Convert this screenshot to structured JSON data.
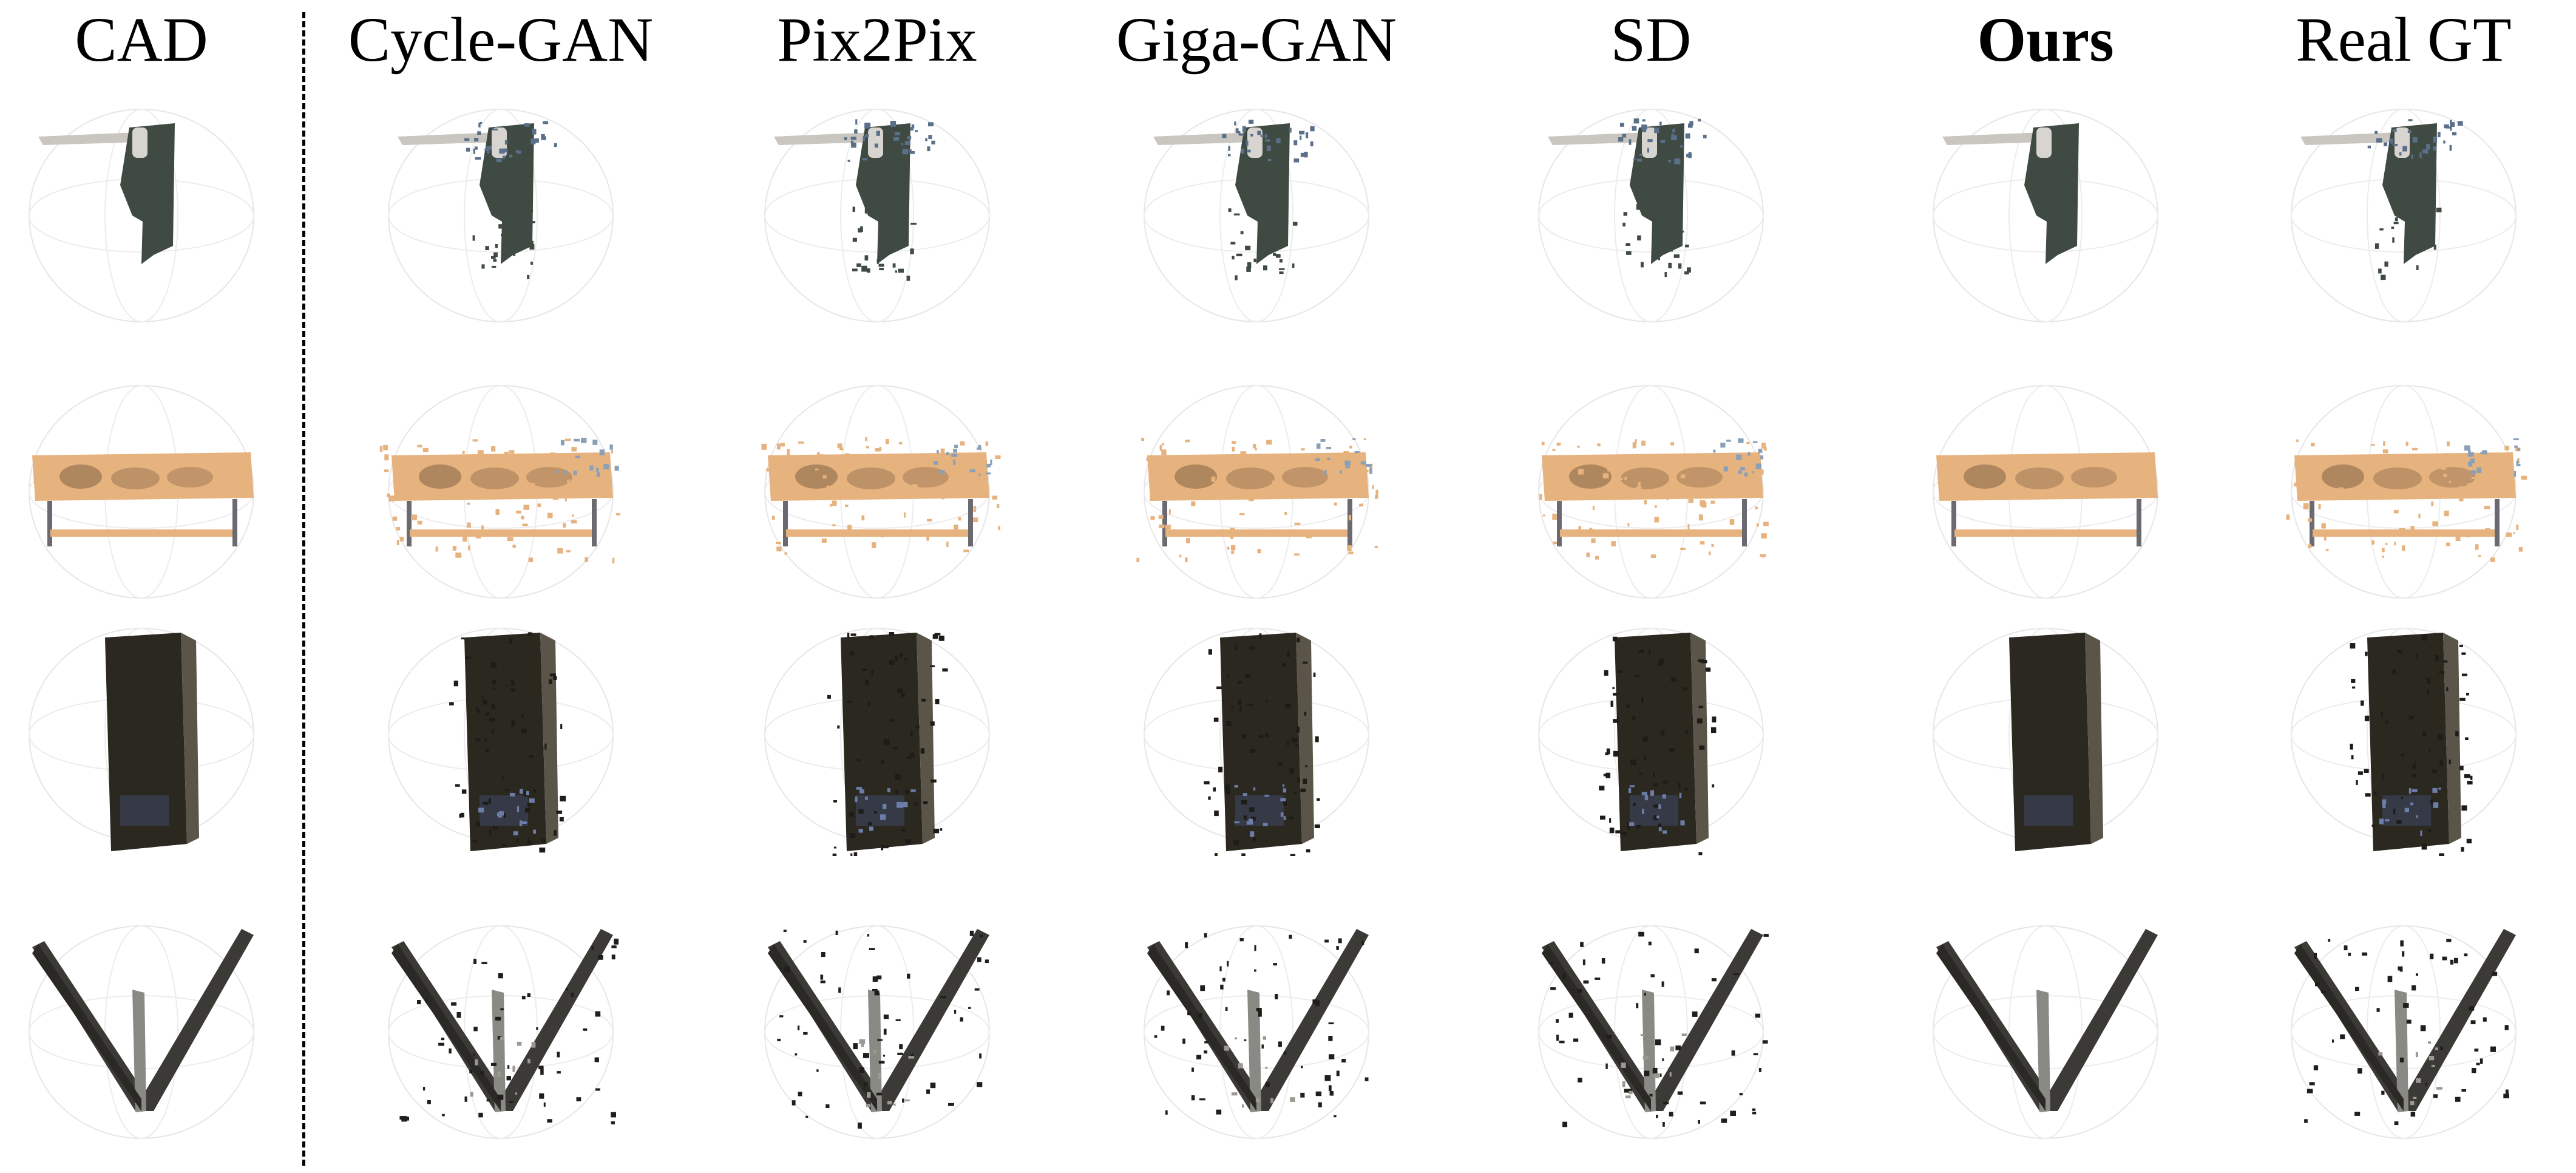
{
  "columns": [
    {
      "label": "CAD",
      "bold": false
    },
    {
      "label": "Cycle-GAN",
      "bold": false
    },
    {
      "label": "Pix2Pix",
      "bold": false
    },
    {
      "label": "Giga-GAN",
      "bold": false
    },
    {
      "label": "SD",
      "bold": false
    },
    {
      "label": "Ours",
      "bold": true
    },
    {
      "label": "Real GT",
      "bold": false
    }
  ],
  "rows": [
    {
      "object": "shelf-bracket",
      "colors": {
        "main": "#3f4a42",
        "accent": "#c9c5bf"
      }
    },
    {
      "object": "wooden-table",
      "colors": {
        "main": "#e6b27e",
        "accent": "#8a6a4a"
      }
    },
    {
      "object": "dark-cabinet",
      "colors": {
        "main": "#2b2820",
        "accent": "#5a5548"
      }
    },
    {
      "object": "v-panel",
      "colors": {
        "main": "#3b3a36",
        "accent": "#8a8a84"
      }
    }
  ]
}
